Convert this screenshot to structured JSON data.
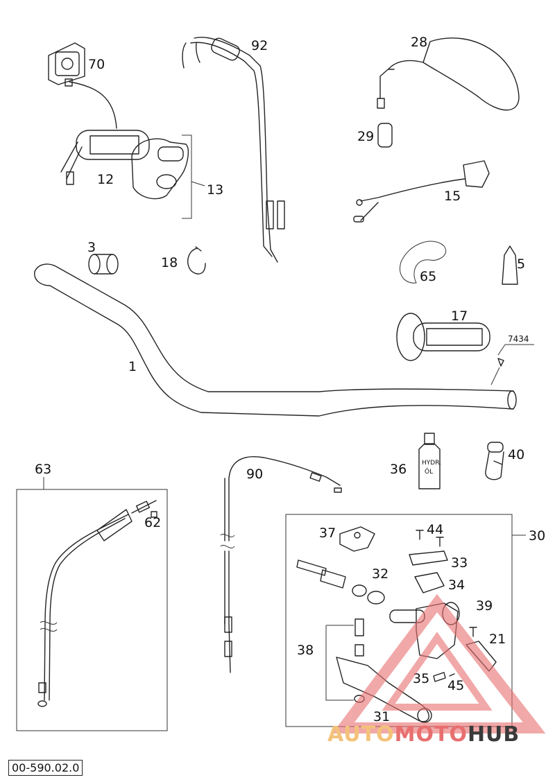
{
  "document_code": "00-590.02.0",
  "watermark": {
    "part1": "AUTO",
    "part2": "MOTO",
    "part3": "HUB",
    "colors": {
      "part1": "#f3c27a",
      "part2": "#e86f6f",
      "part3": "#3a3a3a",
      "triangle": "#e86f6f"
    }
  },
  "callouts": {
    "p1": "1",
    "p3": "3",
    "p5": "5",
    "p12": "12",
    "p13": "13",
    "p15": "15",
    "p17": "17",
    "p18": "18",
    "p21": "21",
    "p28": "28",
    "p29": "29",
    "p30": "30",
    "p31": "31",
    "p32": "32",
    "p33": "33",
    "p34": "34",
    "p35": "35",
    "p36": "36",
    "p37": "37",
    "p38": "38",
    "p39": "39",
    "p40": "40",
    "p44": "44",
    "p45": "45",
    "p62": "62",
    "p63": "63",
    "p65": "65",
    "p70": "70",
    "p90": "90",
    "p92": "92",
    "p7434": "7434"
  },
  "labels": {
    "oil_bottle_line1": "HYDR.",
    "oil_bottle_line2": "ÖL"
  }
}
